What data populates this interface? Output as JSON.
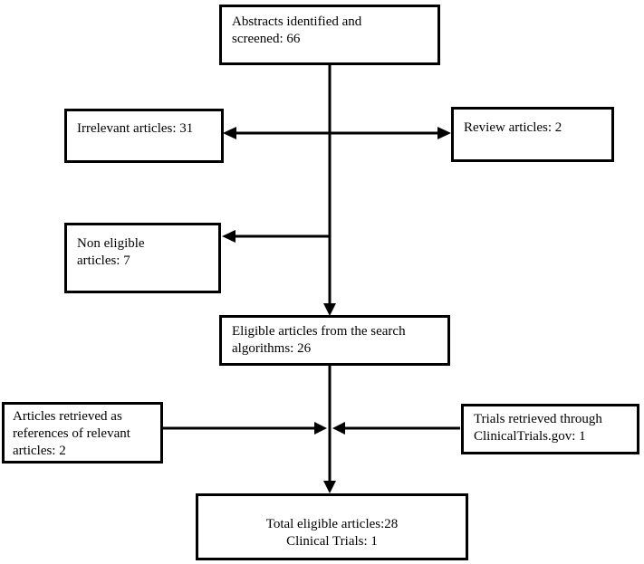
{
  "diagram": {
    "type": "flowchart",
    "colors": {
      "line": "#000000",
      "background": "#ffffff"
    },
    "nodes": {
      "abstracts": {
        "label": "Abstracts identified and\nscreened: 66"
      },
      "irrelevant": {
        "label": "Irrelevant articles: 31"
      },
      "review": {
        "label": "Review articles: 2"
      },
      "non_eligible": {
        "label": "Non eligible\narticles: 7"
      },
      "eligible": {
        "label": "Eligible articles from the search\nalgorithms: 26"
      },
      "references": {
        "label": "Articles retrieved as\nreferences of relevant\narticles: 2"
      },
      "trials": {
        "label": "Trials retrieved through\nClinicalTrials.gov: 1"
      },
      "total": {
        "label": "Total eligible articles:28\nClinical Trials: 1"
      }
    },
    "edges": [
      {
        "from": "abstracts",
        "to": "eligible",
        "style": "arrow-down"
      },
      {
        "from": "abstracts-spine",
        "to": "irrelevant",
        "style": "arrow-left"
      },
      {
        "from": "abstracts-spine",
        "to": "review",
        "style": "arrow-right"
      },
      {
        "from": "abstracts-spine",
        "to": "non_eligible",
        "style": "arrow-left"
      },
      {
        "from": "eligible",
        "to": "total",
        "style": "arrow-down"
      },
      {
        "from": "references",
        "to": "eligible-spine",
        "style": "arrow-right"
      },
      {
        "from": "trials",
        "to": "eligible-spine",
        "style": "arrow-left"
      }
    ]
  }
}
